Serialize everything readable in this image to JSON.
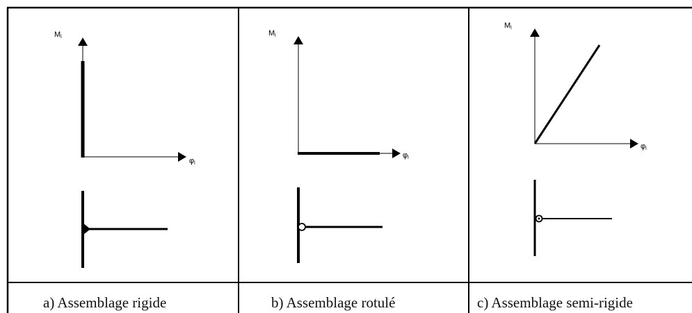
{
  "panels": [
    {
      "caption": "a) Assemblage rigide",
      "y_axis_label": "M",
      "y_axis_sub": "l",
      "x_axis_label": "φ",
      "x_axis_sub": "l",
      "curve": "vertical",
      "joint_symbol": "filled-triangle"
    },
    {
      "caption": "b) Assemblage rotulé",
      "y_axis_label": "M",
      "y_axis_sub": "l",
      "x_axis_label": "φ",
      "x_axis_sub": "l",
      "curve": "horizontal",
      "joint_symbol": "hinge-circle"
    },
    {
      "caption": "c) Assemblage semi-rigide",
      "y_axis_label": "M",
      "y_axis_sub": "l",
      "x_axis_label": "φ",
      "x_axis_sub": "l",
      "curve": "inclined",
      "joint_symbol": "spring-circle"
    }
  ]
}
